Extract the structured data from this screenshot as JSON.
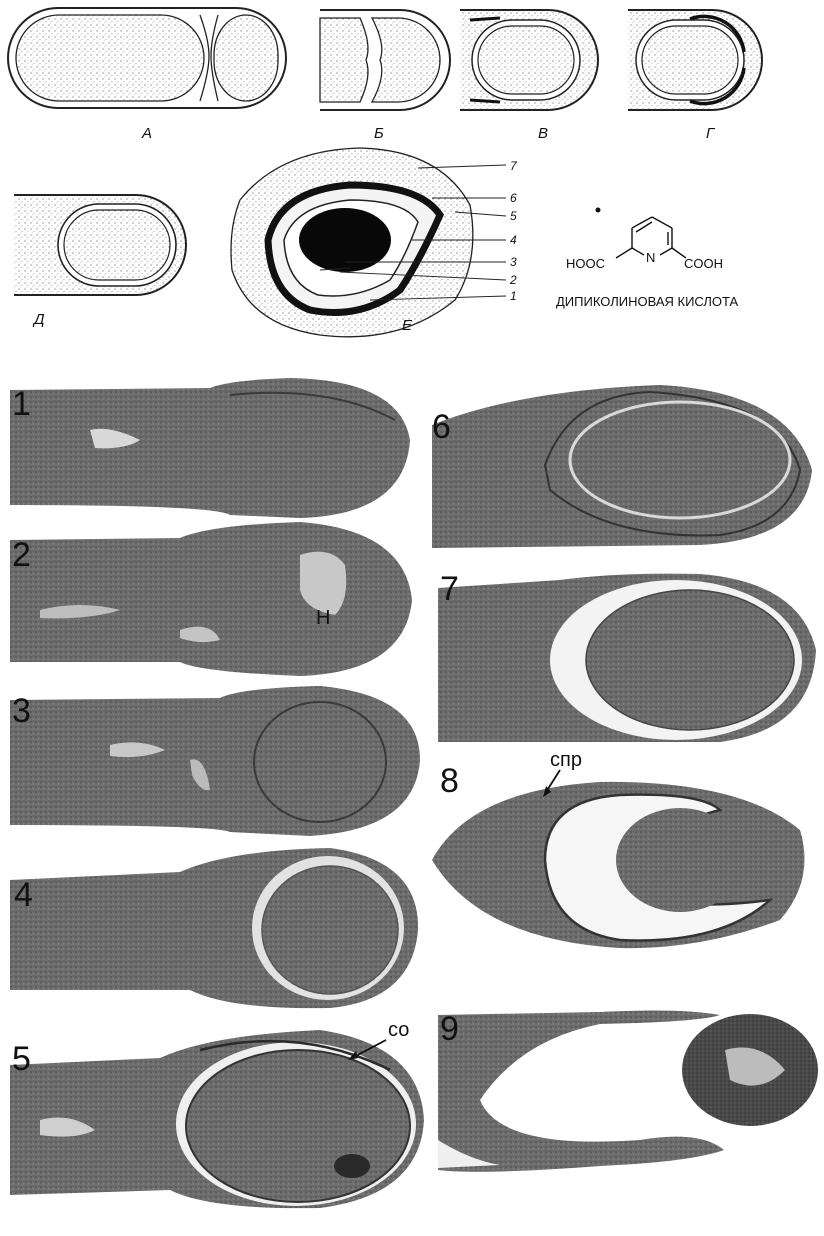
{
  "schematic": {
    "stage_labels": [
      "А",
      "Б",
      "В",
      "Г",
      "Д",
      "Е"
    ],
    "layer_numbers": [
      "7",
      "6",
      "5",
      "4",
      "3",
      "2",
      "1"
    ]
  },
  "chemistry": {
    "left_group": "HOOC",
    "ring_atom": "N",
    "right_group": "COOH",
    "caption": "ДИПИКОЛИНОВАЯ КИСЛОТА"
  },
  "micrographs": {
    "panel_numbers": [
      "1",
      "2",
      "3",
      "4",
      "5",
      "6",
      "7",
      "8",
      "9"
    ],
    "annotations": {
      "nucleoid": "Н",
      "spore_coat": "со",
      "forespore_membrane": "спр"
    }
  }
}
